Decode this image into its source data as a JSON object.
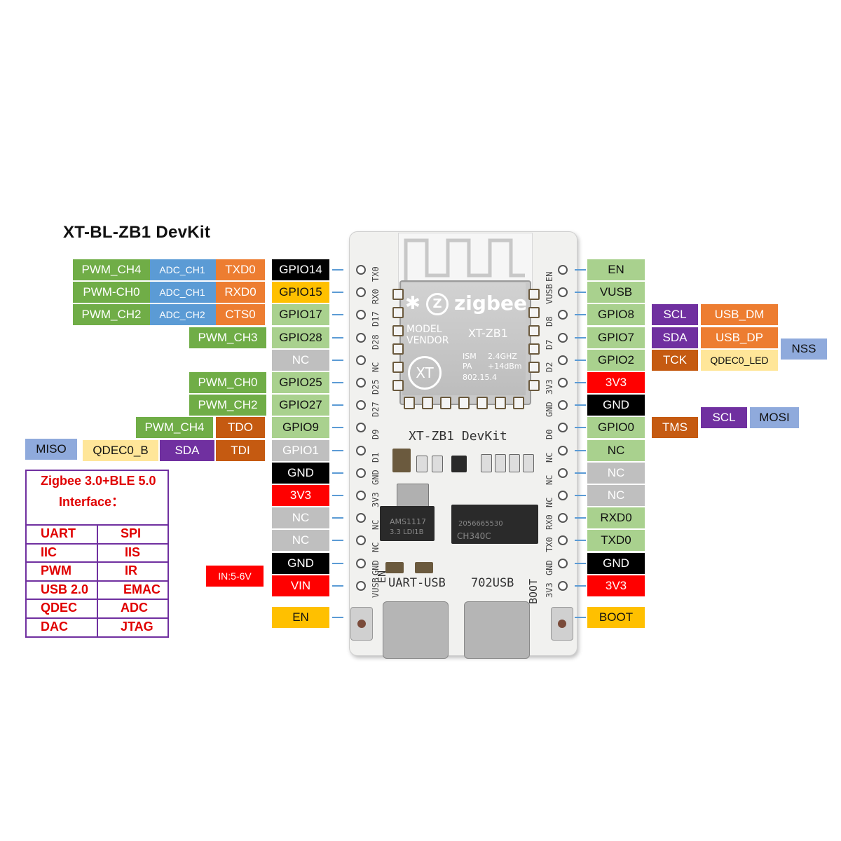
{
  "title": "XT-BL-ZB1  DevKit",
  "left_rows": [
    {
      "pin": "GPIO14",
      "pin_color": "black",
      "extras": [
        "TXD0",
        "ADC_CH1",
        "PWM_CH4"
      ]
    },
    {
      "pin": "GPIO15",
      "pin_color": "yellow",
      "extras": [
        "RXD0",
        "ADC_CH1",
        "PWM-CH0"
      ]
    },
    {
      "pin": "GPIO17",
      "pin_color": "lgreen",
      "extras": [
        "CTS0",
        "ADC_CH2",
        "PWM_CH2"
      ]
    },
    {
      "pin": "GPIO28",
      "pin_color": "lgreen",
      "extras": [
        "PWM_CH3"
      ]
    },
    {
      "pin": "NC",
      "pin_color": "gray",
      "extras": []
    },
    {
      "pin": "GPIO25",
      "pin_color": "lgreen",
      "extras": [
        "PWM_CH0"
      ]
    },
    {
      "pin": "GPIO27",
      "pin_color": "lgreen",
      "extras": [
        "PWM_CH2"
      ]
    },
    {
      "pin": "GPIO9",
      "pin_color": "lgreen",
      "extras": [
        "TDO",
        "PWM_CH4"
      ]
    },
    {
      "pin": "GPIO1",
      "pin_color": "gray",
      "extras": [
        "TDI",
        "SDA",
        "QDEC0_B",
        "MISO"
      ]
    },
    {
      "pin": "GND",
      "pin_color": "black",
      "extras": []
    },
    {
      "pin": "3V3",
      "pin_color": "red",
      "extras": []
    },
    {
      "pin": "NC",
      "pin_color": "gray",
      "extras": []
    },
    {
      "pin": "NC",
      "pin_color": "gray",
      "extras": []
    },
    {
      "pin": "GND",
      "pin_color": "black",
      "extras": []
    },
    {
      "pin": "VIN",
      "pin_color": "red",
      "extras": [
        "IN:5-6V"
      ]
    }
  ],
  "left_bottom": {
    "pin": "EN"
  },
  "right_rows": [
    {
      "pin": "EN",
      "extras": []
    },
    {
      "pin": "VUSB",
      "extras": []
    },
    {
      "pin": "GPIO8",
      "extras": [
        "SCL",
        "USB_DM"
      ]
    },
    {
      "pin": "GPIO7",
      "extras": [
        "SDA",
        "USB_DP"
      ]
    },
    {
      "pin": "GPIO2",
      "extras": [
        "TCK",
        "QDEC0_LED",
        "NSS"
      ]
    },
    {
      "pin": "3V3",
      "extras": []
    },
    {
      "pin": "GND",
      "extras": []
    },
    {
      "pin": "GPIO0",
      "extras": [
        "TMS",
        "SCL",
        "MOSI"
      ]
    },
    {
      "pin": "NC",
      "extras": []
    },
    {
      "pin": "NC",
      "extras": []
    },
    {
      "pin": "NC",
      "extras": []
    },
    {
      "pin": "RXD0",
      "extras": []
    },
    {
      "pin": "TXD0",
      "extras": []
    },
    {
      "pin": "GND",
      "extras": []
    },
    {
      "pin": "3V3",
      "extras": []
    }
  ],
  "right_bottom": {
    "pin": "BOOT"
  },
  "board": {
    "left_silk": [
      "TX0",
      "RX0",
      "D17",
      "D28",
      "NC",
      "D25",
      "D27",
      "D9",
      "D1",
      "GND",
      "3V3",
      "NC",
      "NC",
      "GND",
      "VUSB"
    ],
    "right_silk": [
      "EN",
      "VUSB",
      "D8",
      "D7",
      "D2",
      "3V3",
      "GND",
      "D0",
      "NC",
      "NC",
      "NC",
      "RX0",
      "TX0",
      "GND",
      "3V3"
    ],
    "module_brand": "zigbee",
    "module_model": "XT-ZB1",
    "module_vendor_1": "MODEL",
    "module_vendor_2": "VENDOR",
    "module_ism": "ISM",
    "module_freq": "2.4GHZ",
    "module_pa": "PA",
    "module_power": "+14dBm",
    "module_std": "802.15.4",
    "module_logo": "XT",
    "board_name": "XT-ZB1 DevKit",
    "ldo_1": "AMS1117",
    "ldo_2": "3.3 LDI1B",
    "usb_chip": "CH340C",
    "usb_chip_code": "2056665530",
    "uart_label": "UART-USB",
    "usb_label": "702USB",
    "en_label": "EN",
    "boot_label": "BOOT"
  },
  "interface": {
    "title_1": "Zigbee 3.0+BLE 5.0",
    "title_2": "Interface：",
    "rows": [
      [
        "UART",
        "SPI"
      ],
      [
        "IIC",
        "IIS"
      ],
      [
        "PWM",
        "IR"
      ],
      [
        "USB 2.0",
        "EMAC"
      ],
      [
        "QDEC",
        "ADC"
      ],
      [
        "DAC",
        "JTAG"
      ]
    ]
  }
}
